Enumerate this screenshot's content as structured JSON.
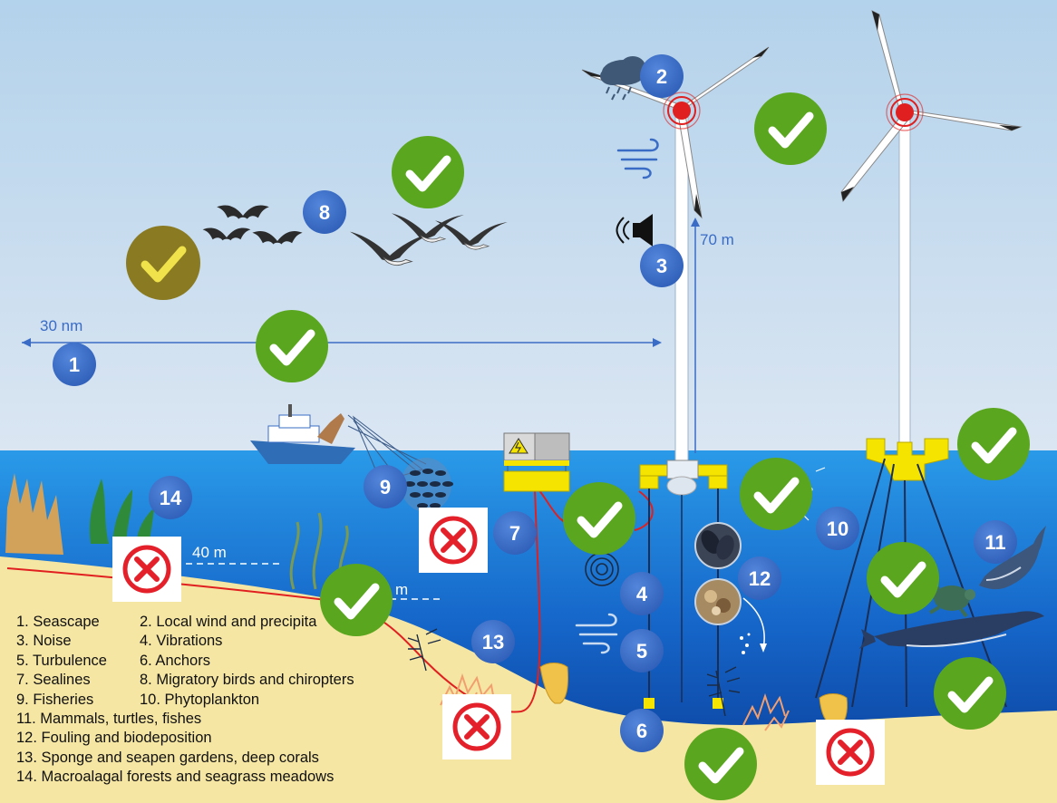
{
  "distances": {
    "shore_distance": "30 nm",
    "hub_height": "70 m",
    "depth_1": "40 m",
    "depth_2_partial": "m"
  },
  "markers": {
    "m1": "1",
    "m2": "2",
    "m3": "3",
    "m4": "4",
    "m5": "5",
    "m6": "6",
    "m7": "7",
    "m8": "8",
    "m9": "9",
    "m10": "10",
    "m11": "11",
    "m12": "12",
    "m13": "13",
    "m14": "14"
  },
  "legend": [
    {
      "left": "1. Seascape",
      "right": "2. Local wind and precipita"
    },
    {
      "left": "3. Noise",
      "right": "4. Vibrations"
    },
    {
      "left": "5. Turbulence",
      "right": "6. Anchors"
    },
    {
      "left": "7. Sealines",
      "right": "8. Migratory birds and chiropters"
    },
    {
      "left": "9. Fisheries",
      "right": "10. Phytoplankton"
    },
    {
      "full": "11. Mammals, turtles, fishes"
    },
    {
      "full": "12. Fouling and biodeposition"
    },
    {
      "full": "13. Sponge and seapen gardens, deep corals"
    },
    {
      "full": "14. Macroalagal forests and seagrass meadows"
    }
  ],
  "colors": {
    "sky_top": "#b9d6ec",
    "sky_bottom": "#d7e4f1",
    "sea_top": "#1f8fe0",
    "sea_bottom": "#0a3f9c",
    "seabed": "#f6e6a3",
    "marker_blue": "#3a6cc5",
    "check_green": "#5aa61e",
    "check_olive": "#8a7a22",
    "cross_red": "#e4202a",
    "cable_red": "#e02020",
    "platform_yellow": "#f5e400"
  },
  "icons": [
    "rain-cloud-icon",
    "wind-icon",
    "speaker-icon",
    "check-icon",
    "cross-icon",
    "bat-icon",
    "seabird-icon",
    "vessel-icon",
    "fish-school-icon",
    "turtle-icon",
    "whale-icon",
    "dolphin-icon",
    "coral-icon",
    "seaweed-icon",
    "mussel-icon",
    "lightning-icon"
  ]
}
